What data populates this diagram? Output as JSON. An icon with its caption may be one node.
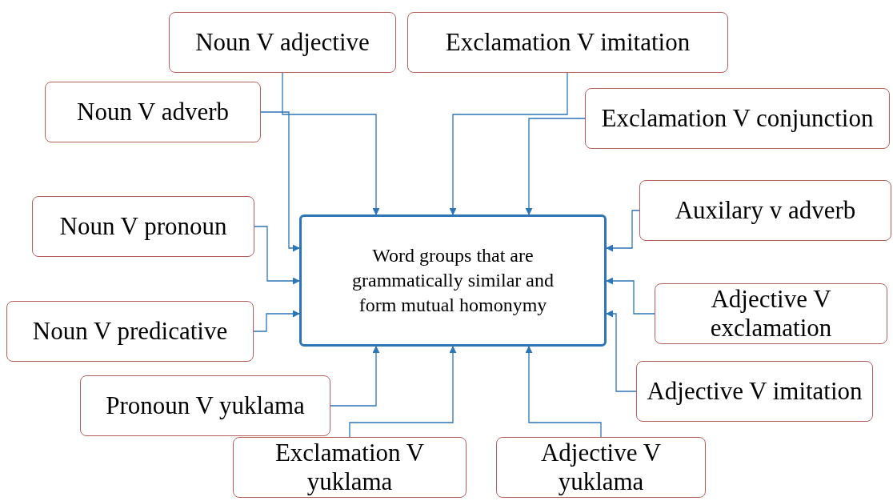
{
  "diagram": {
    "nodes": [
      {
        "text": [
          "Word groups that are grammatically similar and form mutual homonymy"
        ]
      },
      {
        "text": [
          "Noun V adjective"
        ]
      },
      {
        "text": [
          "Exclamation V imitation"
        ]
      },
      {
        "text": [
          "Noun V adverb"
        ]
      },
      {
        "text": [
          "Exclamation V conjunction"
        ]
      },
      {
        "text": [
          "Auxilary v adverb"
        ]
      },
      {
        "text": [
          "Noun V pronoun"
        ]
      },
      {
        "text": [
          "Adjective V exclamation"
        ]
      },
      {
        "text": [
          "Noun V predicative"
        ]
      },
      {
        "text": [
          "Adjective V imitation"
        ]
      },
      {
        "text": [
          "Pronoun V yuklama"
        ]
      },
      {
        "text": [
          "Exclamation V yuklama"
        ]
      },
      {
        "text": [
          "Adjective V yuklama"
        ]
      }
    ],
    "edges": [
      {
        "from": 1,
        "to": 0,
        "arrow": "to"
      },
      {
        "from": 2,
        "to": 0,
        "arrow": "to"
      },
      {
        "from": 3,
        "to": 0,
        "arrow": "to"
      },
      {
        "from": 4,
        "to": 0,
        "arrow": "to"
      },
      {
        "from": 5,
        "to": 0,
        "arrow": "to"
      },
      {
        "from": 6,
        "to": 0,
        "arrow": "to"
      },
      {
        "from": 7,
        "to": 0,
        "arrow": "to"
      },
      {
        "from": 8,
        "to": 0,
        "arrow": "to"
      },
      {
        "from": 9,
        "to": 0,
        "arrow": "to"
      },
      {
        "from": 10,
        "to": 0,
        "arrow": "to"
      },
      {
        "from": 11,
        "to": 0,
        "arrow": "to"
      },
      {
        "from": 12,
        "to": 0,
        "arrow": "to"
      }
    ]
  }
}
